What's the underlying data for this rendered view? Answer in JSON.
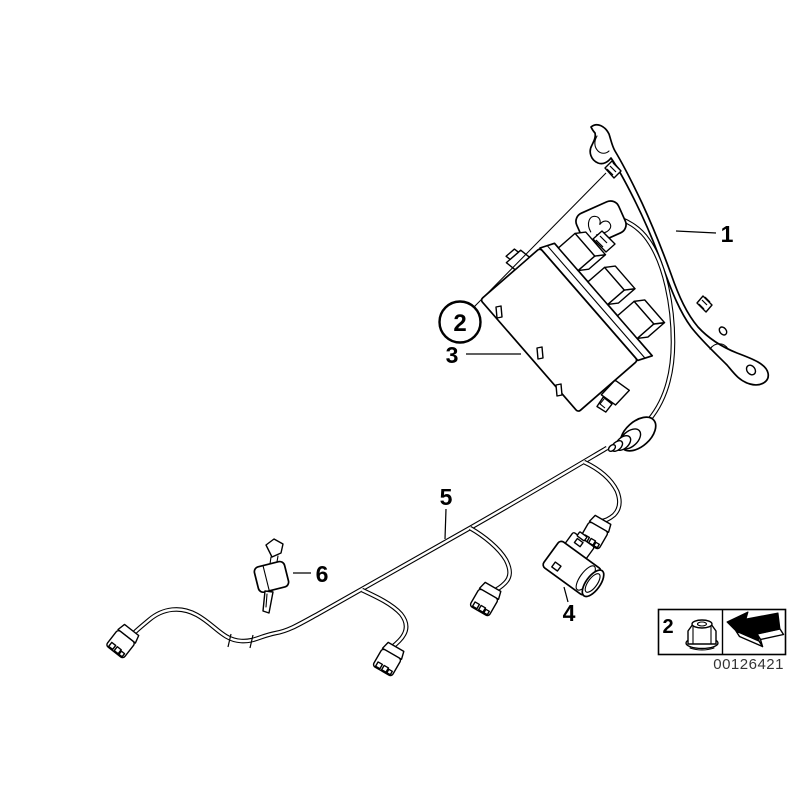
{
  "diagram": {
    "type": "parts-diagram",
    "background_color": "#ffffff",
    "line_color": "#000000",
    "callouts": [
      {
        "id": "1",
        "part": "mounting-bracket"
      },
      {
        "id": "2",
        "part": "hex-flange-nut",
        "style": "circled"
      },
      {
        "id": "3",
        "part": "control-module"
      },
      {
        "id": "4",
        "part": "parking-distance-sensor"
      },
      {
        "id": "5",
        "part": "wiring-harness"
      },
      {
        "id": "6",
        "part": "cable-strap"
      }
    ],
    "legend": {
      "callout": "2",
      "fastener_icon": "flange-nut-icon",
      "nav_icon": "direction-arrow-icon",
      "drawing_number": "00126421"
    }
  }
}
